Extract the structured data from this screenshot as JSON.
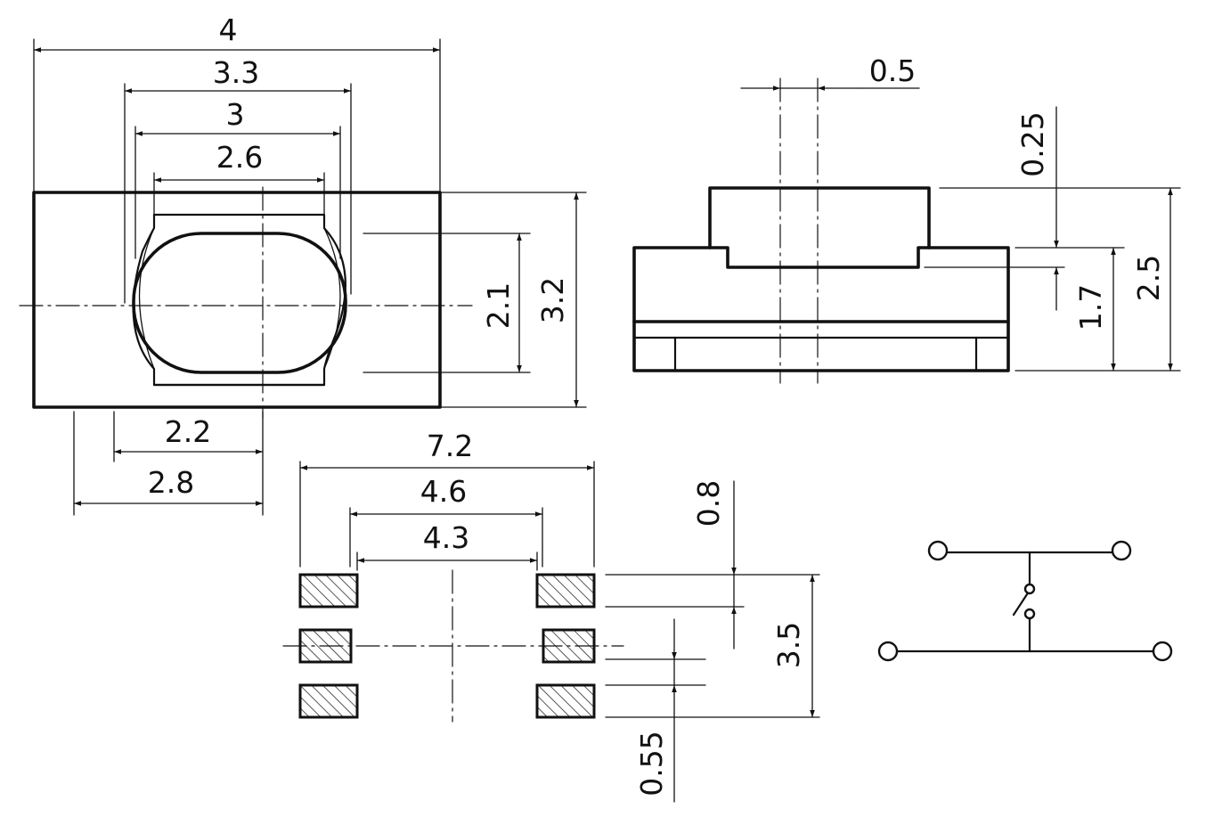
{
  "colors": {
    "ink": "#111111",
    "background": "#ffffff"
  },
  "top_view": {
    "dim_width_4": "4",
    "dim_width_3_3": "3.3",
    "dim_width_3": "3",
    "dim_width_2_6": "2.6",
    "dim_height_2_1": "2.1",
    "dim_height_3_2": "3.2",
    "dim_offset_2_2": "2.2",
    "dim_offset_2_8": "2.8"
  },
  "side_view": {
    "dim_actuator_0_5": "0.5",
    "dim_actuator_0_25": "0.25",
    "dim_height_1_7": "1.7",
    "dim_height_2_5": "2.5"
  },
  "footprint": {
    "dim_7_2": "7.2",
    "dim_4_6": "4.6",
    "dim_4_3": "4.3",
    "dim_0_8": "0.8",
    "dim_3_5": "3.5",
    "dim_0_55": "0.55"
  },
  "schematic": {
    "symbol": "switch-symbol"
  }
}
